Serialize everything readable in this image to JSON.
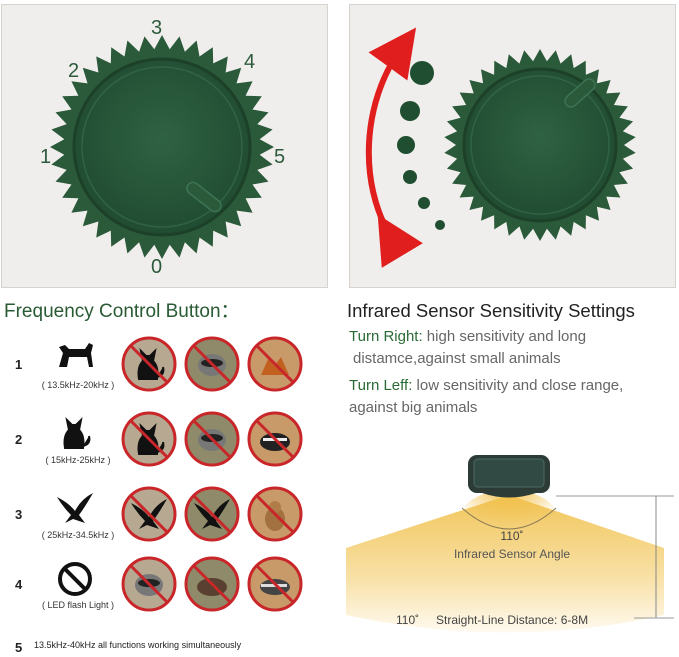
{
  "knob_left": {
    "labels": [
      "3",
      "2",
      "4",
      "1",
      "5",
      "0"
    ],
    "color": "#2e5c3f"
  },
  "knob_right": {
    "color": "#2e5c3f",
    "arrow_color": "#e01e1e"
  },
  "frequency": {
    "title": "Frequency Control Button：",
    "rows": [
      {
        "num": "1",
        "range": "( 13.5kHz-20kHz )",
        "icon": "dog-icon",
        "animals": [
          "cat-icon",
          "raccoon-icon",
          "fox-icon"
        ]
      },
      {
        "num": "2",
        "range": "( 15kHz-25kHz )",
        "icon": "cat-icon",
        "animals": [
          "cat-icon",
          "raccoon-icon",
          "skunk-icon"
        ]
      },
      {
        "num": "3",
        "range": "( 25kHz-34.5kHz )",
        "icon": "bird-icon",
        "animals": [
          "bird-icon",
          "bird-icon",
          "squirrel-icon"
        ]
      },
      {
        "num": "4",
        "range": "( LED flash Light )",
        "icon": "prohibited-icon",
        "animals": [
          "raccoon-icon",
          "boar-icon",
          "badger-icon"
        ]
      }
    ],
    "row5_num": "5",
    "row5_text": "13.5kHz-40kHz all functions working simultaneously"
  },
  "sensor": {
    "title": "Infrared Sensor Sensitivity Settings",
    "turn_right_label": "Turn Right:",
    "turn_right_text_1": " high sensitivity and long",
    "turn_right_text_2": "distamce,against small animals",
    "turn_left_label": "Turn Leff:",
    "turn_left_text_1": " low sensitivity and close range,",
    "turn_left_text_2": "against big animals",
    "angle_value": "110˚",
    "angle_label": "Infrared Sensor Angle",
    "bottom_angle": "110˚",
    "distance_label": "Straight-Line Distance: 6-8M"
  }
}
